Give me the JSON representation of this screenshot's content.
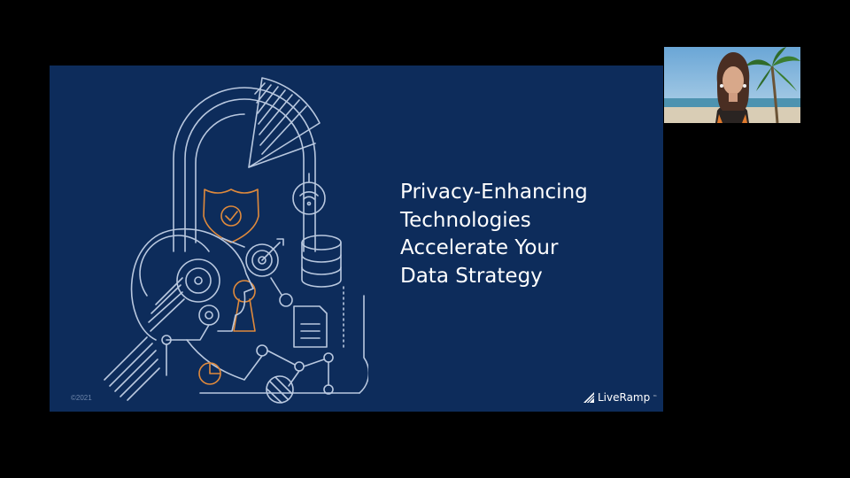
{
  "slide": {
    "title_lines": [
      "Privacy-Enhancing",
      "Technologies",
      "Accelerate Your",
      "Data Strategy"
    ],
    "copyright": "©2021",
    "logo_text": "LiveRamp",
    "logo_mark": "™"
  },
  "colors": {
    "slide_bg": "#0d2c5b",
    "line_art": "#b9c8df",
    "accent": "#e08a3c",
    "background": "#000000"
  },
  "icons": [
    "shield-check-icon",
    "wifi-icon",
    "database-icon",
    "target-icon",
    "keyhole-icon",
    "document-icon",
    "pie-chart-icon",
    "eye-icon",
    "head-profile-icon"
  ],
  "webcam": {
    "participant": "presenter-video"
  }
}
